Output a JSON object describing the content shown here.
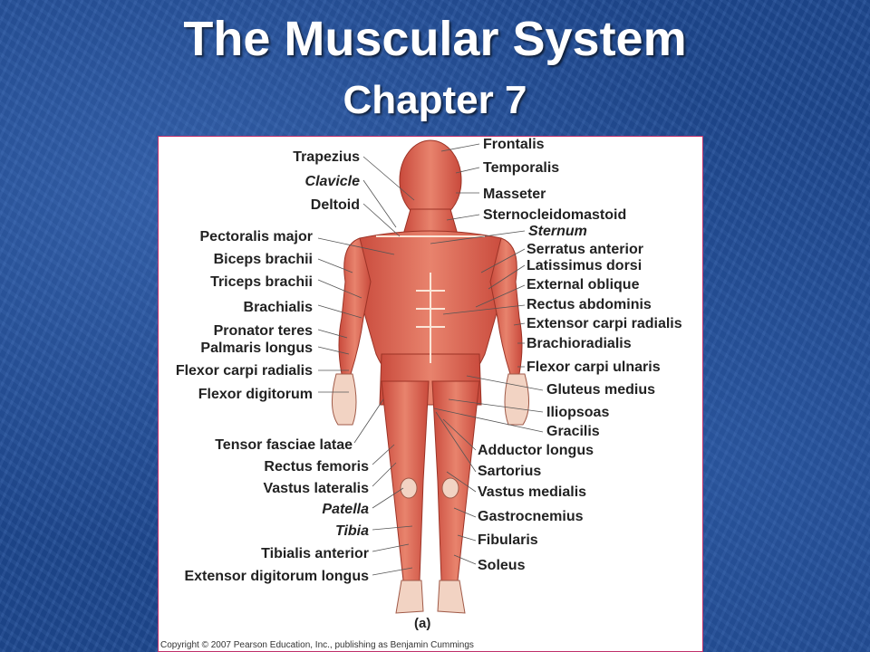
{
  "slide": {
    "title": "The Muscular System",
    "subtitle": "Chapter 7"
  },
  "figure": {
    "sub_label": "(a)",
    "copyright": "Copyright © 2007 Pearson Education, Inc., publishing as Benjamin Cummings",
    "left_labels": [
      {
        "text": "Trapezius",
        "italic": false
      },
      {
        "text": "Clavicle",
        "italic": true
      },
      {
        "text": "Deltoid",
        "italic": false
      },
      {
        "text": "Pectoralis major",
        "italic": false
      },
      {
        "text": "Biceps brachii",
        "italic": false
      },
      {
        "text": "Triceps brachii",
        "italic": false
      },
      {
        "text": "Brachialis",
        "italic": false
      },
      {
        "text": "Pronator teres",
        "italic": false
      },
      {
        "text": "Palmaris longus",
        "italic": false
      },
      {
        "text": "Flexor carpi radialis",
        "italic": false
      },
      {
        "text": "Flexor digitorum",
        "italic": false
      },
      {
        "text": "Tensor fasciae latae",
        "italic": false
      },
      {
        "text": "Rectus femoris",
        "italic": false
      },
      {
        "text": "Vastus lateralis",
        "italic": false
      },
      {
        "text": "Patella",
        "italic": true
      },
      {
        "text": "Tibia",
        "italic": true
      },
      {
        "text": "Tibialis anterior",
        "italic": false
      },
      {
        "text": "Extensor digitorum longus",
        "italic": false
      }
    ],
    "right_labels": [
      {
        "text": "Frontalis",
        "italic": false
      },
      {
        "text": "Temporalis",
        "italic": false
      },
      {
        "text": "Masseter",
        "italic": false
      },
      {
        "text": "Sternocleidomastoid",
        "italic": false
      },
      {
        "text": "Sternum",
        "italic": true
      },
      {
        "text": "Serratus anterior",
        "italic": false
      },
      {
        "text": "Latissimus dorsi",
        "italic": false
      },
      {
        "text": "External oblique",
        "italic": false
      },
      {
        "text": "Rectus abdominis",
        "italic": false
      },
      {
        "text": "Extensor carpi radialis",
        "italic": false
      },
      {
        "text": "Brachioradialis",
        "italic": false
      },
      {
        "text": "Flexor carpi ulnaris",
        "italic": false
      },
      {
        "text": "Gluteus medius",
        "italic": false
      },
      {
        "text": "Iliopsoas",
        "italic": false
      },
      {
        "text": "Gracilis",
        "italic": false
      },
      {
        "text": "Adductor longus",
        "italic": false
      },
      {
        "text": "Sartorius",
        "italic": false
      },
      {
        "text": "Vastus medialis",
        "italic": false
      },
      {
        "text": "Gastrocnemius",
        "italic": false
      },
      {
        "text": "Fibularis",
        "italic": false
      },
      {
        "text": "Soleus",
        "italic": false
      }
    ]
  }
}
